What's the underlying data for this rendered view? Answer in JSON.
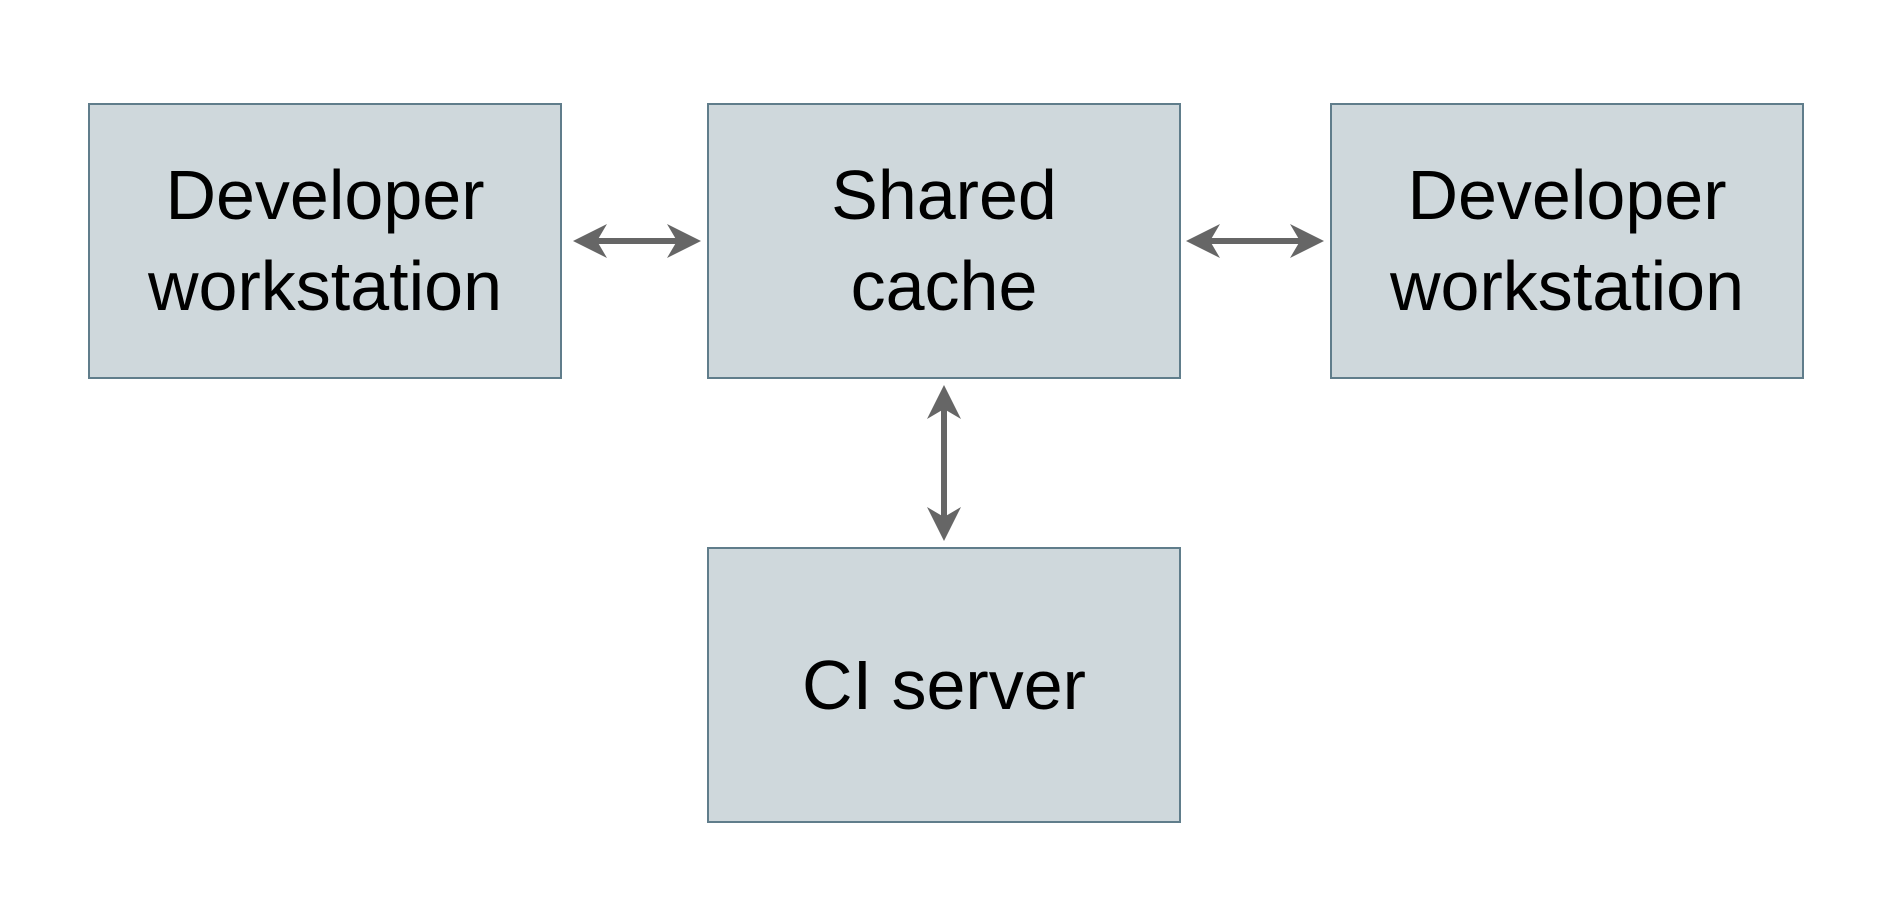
{
  "diagram": {
    "nodes": [
      {
        "id": "developer-workstation-left",
        "label": "Developer workstation",
        "lines": [
          "Developer",
          "workstation"
        ]
      },
      {
        "id": "shared-cache",
        "label": "Shared cache",
        "lines": [
          "Shared",
          "cache"
        ]
      },
      {
        "id": "developer-workstation-right",
        "label": "Developer workstation",
        "lines": [
          "Developer",
          "workstation"
        ]
      },
      {
        "id": "ci-server",
        "label": "CI server",
        "lines": [
          "CI server"
        ]
      }
    ],
    "edges": [
      {
        "from": "developer-workstation-left",
        "to": "shared-cache",
        "direction": "bidirectional"
      },
      {
        "from": "shared-cache",
        "to": "developer-workstation-right",
        "direction": "bidirectional"
      },
      {
        "from": "shared-cache",
        "to": "ci-server",
        "direction": "bidirectional"
      }
    ],
    "colors": {
      "background": "#ffffff",
      "node_fill": "#cfd8dc",
      "node_border": "#607d8b",
      "arrow": "#666666",
      "text": "#000000"
    }
  }
}
